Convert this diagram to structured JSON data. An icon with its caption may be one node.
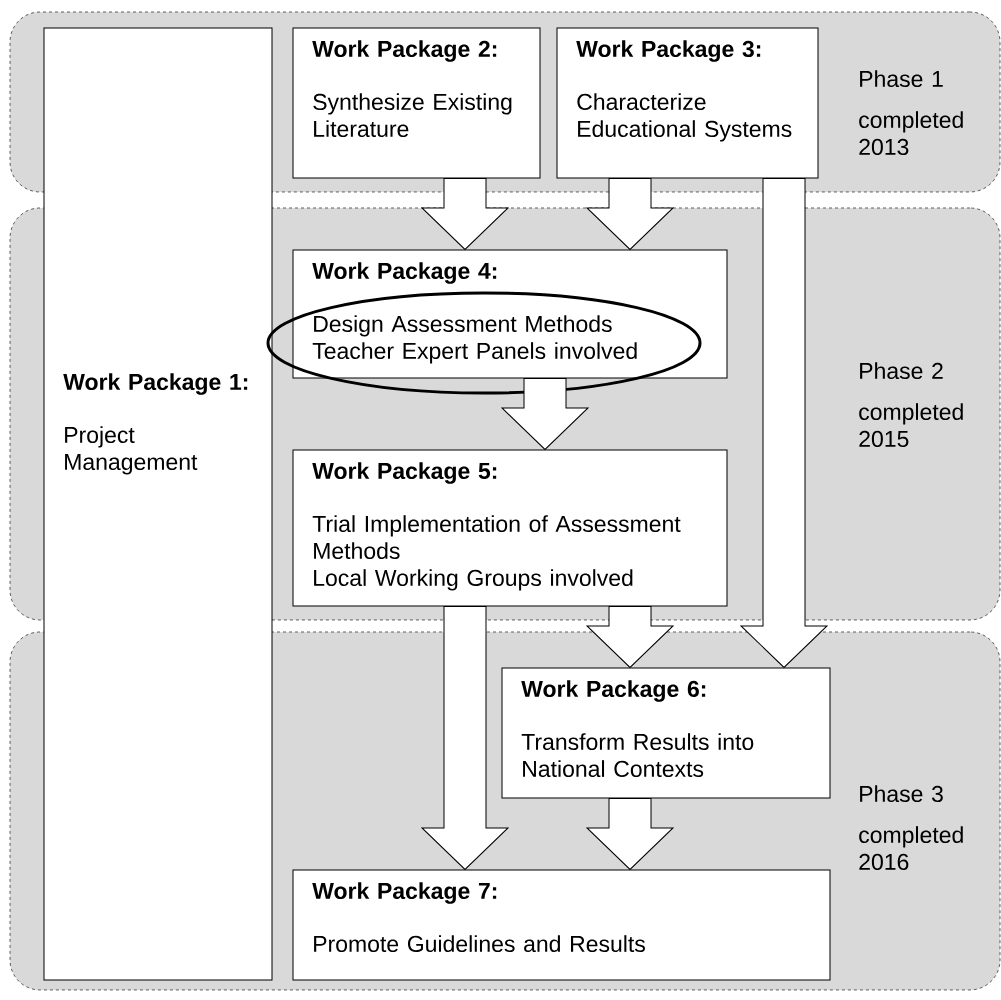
{
  "diagram": {
    "nodes": [
      {
        "text": [
          "Phase 1",
          "completed 2013"
        ]
      },
      {
        "text": [
          "Work Package 1:",
          "Project Management"
        ]
      },
      {
        "text": [
          "Work Package 2:",
          "Synthesize Existing Literature"
        ],
        "in": 0
      },
      {
        "text": [
          "Work Package 3:",
          "Characterize Educational Systems"
        ],
        "in": 0
      },
      {
        "text": [
          "Phase 2",
          "completed 2015"
        ]
      },
      {
        "text": [
          "Work Package 4:",
          "Design Assessment Methods",
          "Teacher Expert Panels involved"
        ],
        "in": 4
      },
      {
        "text": [
          "Work Package 5:",
          "Trial Implementation of Assessment Methods",
          "Local Working Groups involved"
        ],
        "in": 4
      },
      {
        "text": [
          "Phase 3",
          "completed 2016"
        ]
      },
      {
        "text": [
          "Work Package 6:",
          "Transform Results into National Contexts"
        ],
        "in": 7
      },
      {
        "text": [
          "Work Package 7:",
          "Promote Guidelines and Results"
        ],
        "in": 7
      }
    ],
    "edges": [
      {
        "from": 2,
        "to": 5,
        "arrow": "to"
      },
      {
        "from": 3,
        "to": 5,
        "arrow": "to"
      },
      {
        "from": 3,
        "to": 8,
        "arrow": "to"
      },
      {
        "from": 5,
        "to": 6,
        "arrow": "to"
      },
      {
        "from": 6,
        "to": 8,
        "arrow": "to"
      },
      {
        "from": 6,
        "to": 9,
        "arrow": "to"
      },
      {
        "from": 8,
        "to": 9,
        "arrow": "to"
      }
    ]
  }
}
